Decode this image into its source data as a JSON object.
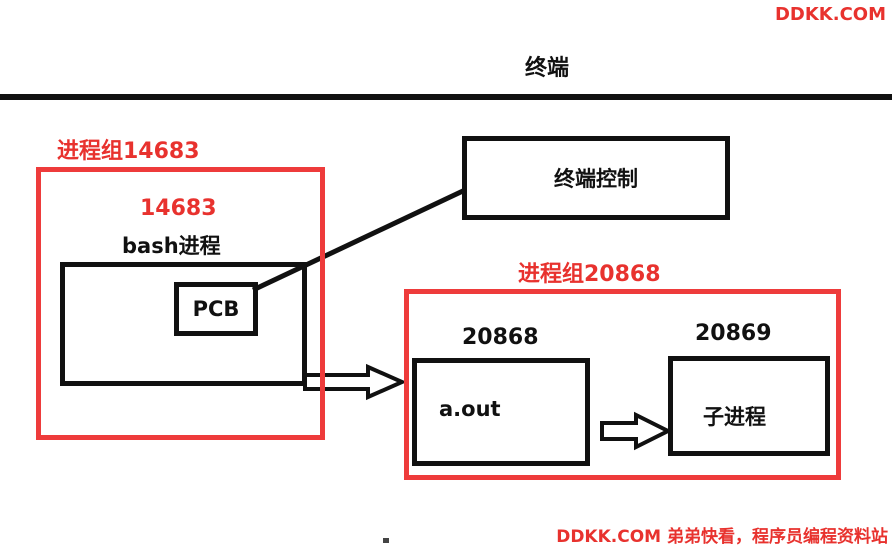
{
  "watermark_top": "DDKK.COM",
  "watermark_bottom": "DDKK.COM 弟弟快看，程序员编程资料站",
  "terminal": {
    "label": "终端"
  },
  "terminal_control": {
    "label": "终端控制"
  },
  "group_bash": {
    "label": "进程组14683",
    "pid": "14683",
    "process_label": "bash进程",
    "pcb_label": "PCB"
  },
  "group_aout": {
    "label": "进程组20868",
    "aout_pid": "20868",
    "aout_label": "a.out",
    "child_pid": "20869",
    "child_label": "子进程"
  },
  "colors": {
    "red": "#ee3b3b",
    "black": "#111111"
  }
}
